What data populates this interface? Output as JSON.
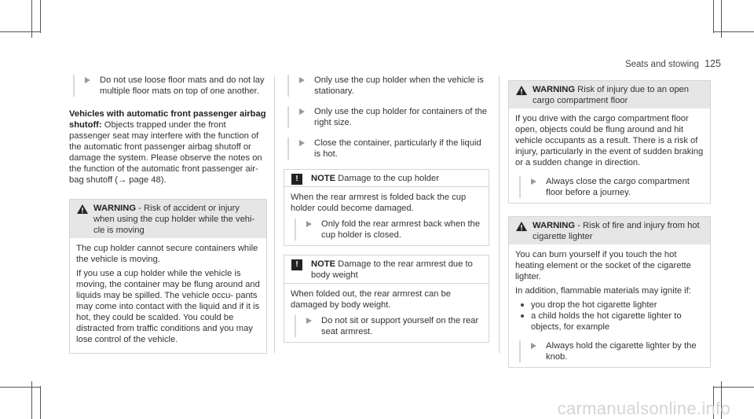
{
  "header": {
    "section": "Seats and stowing",
    "page": "125"
  },
  "col1": {
    "bullet1": "Do not use loose floor mats and do not lay multiple floor mats on top of one another.",
    "para_heading": "Vehicles with automatic front passenger airbag shutoff:",
    "para_text": "Objects trapped under the front passenger seat may interfere with the function of the automatic front passenger airbag shutoff or damage the system. Please observe the notes on the function of the automatic front passenger air- bag shutoff (",
    "para_ref": "→",
    "para_page": "page 48",
    "para_end": ").",
    "warning": {
      "label": "WARNING",
      "title": " - Risk of accident or injury when using the cup holder while the vehi- cle is moving",
      "p1": "The cup holder cannot secure containers while the vehicle is moving.",
      "p2": "If you use a cup holder while the vehicle is moving, the container may be flung around and liquids may be spilled. The vehicle occu- pants may come into contact with the liquid and if it is hot, they could be scalded. You could be distracted from traffic conditions and you may lose control of the vehicle."
    }
  },
  "col2": {
    "bullets": [
      "Only use the cup holder when the vehicle is stationary.",
      "Only use the cup holder for containers of the right size.",
      "Close the container, particularly if the liquid is hot."
    ],
    "note1": {
      "icon": "!",
      "label": "NOTE",
      "title": " Damage to the cup holder",
      "body": "When the rear armrest is folded back the cup holder could become damaged.",
      "bullet": "Only fold the rear armrest back when the cup holder is closed."
    },
    "note2": {
      "icon": "!",
      "label": "NOTE",
      "title": " Damage to the rear armrest due to body weight",
      "body": "When folded out, the rear armrest can be damaged by body weight.",
      "bullet": "Do not sit or support yourself on the rear seat armrest."
    }
  },
  "col3": {
    "warning1": {
      "label": "WARNING",
      "title": " Risk of injury due to an open cargo compartment floor",
      "body": "If you drive with the cargo compartment floor open, objects could be flung around and hit vehicle occupants as a result. There is a risk of injury, particularly in the event of sudden braking or a sudden change in direction.",
      "bullet": "Always close the cargo compartment floor before a journey."
    },
    "warning2": {
      "label": "WARNING",
      "title": " - Risk of fire and injury from hot cigarette lighter",
      "p1": "You can burn yourself if you touch the hot heating element or the socket of the cigarette lighter.",
      "p2": "In addition, flammable materials may ignite if:",
      "dots": [
        "you drop the hot cigarette lighter",
        "a child holds the hot cigarette lighter to objects, for example"
      ],
      "bullet": "Always hold the cigarette lighter by the knob."
    }
  },
  "watermark": "carmanualsonline.info"
}
